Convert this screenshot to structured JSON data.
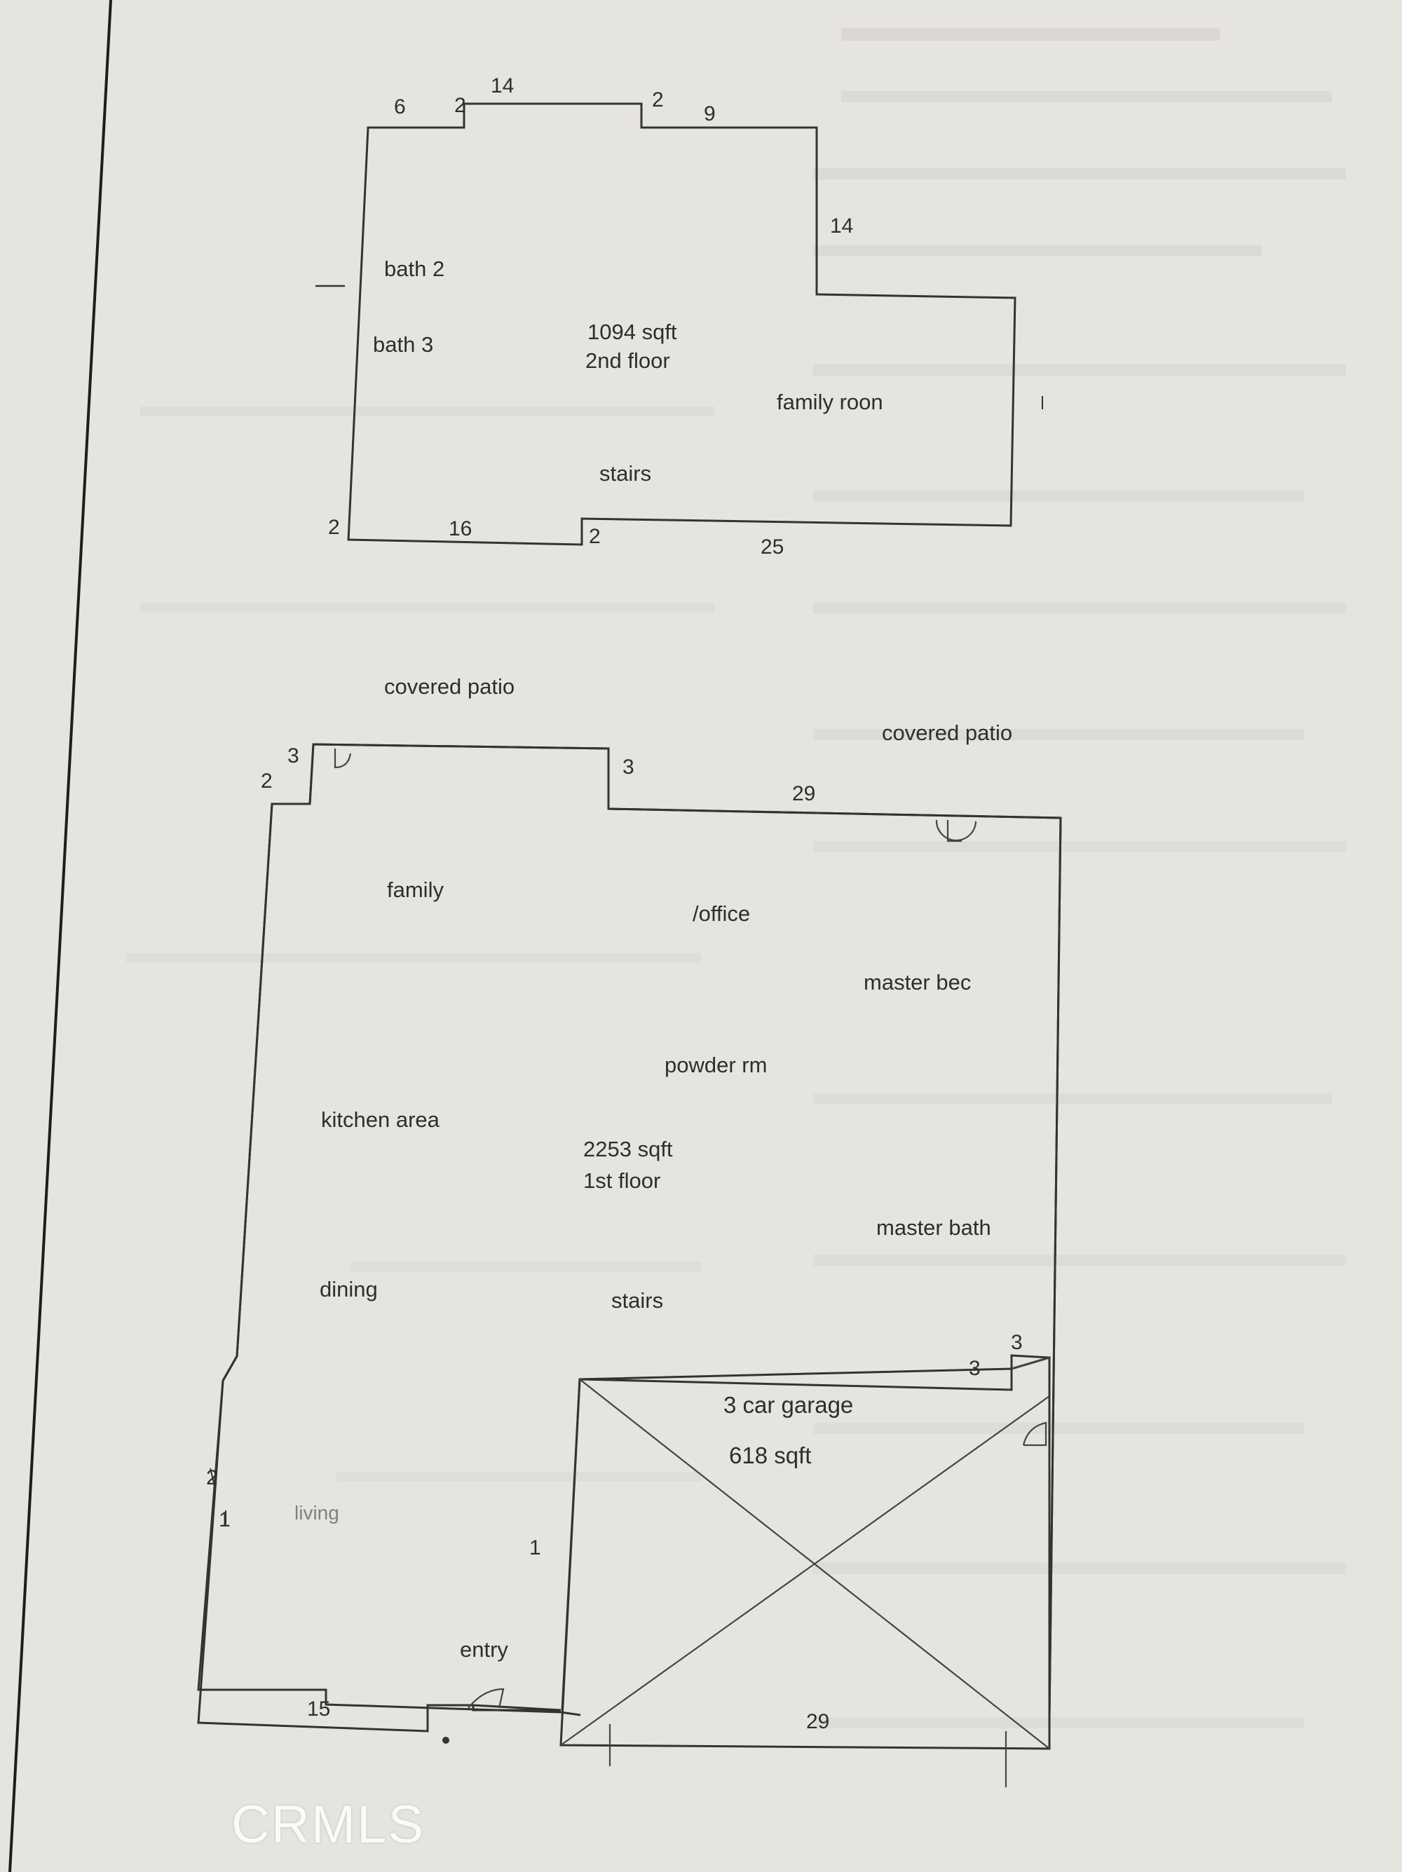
{
  "watermark": "CRMLS",
  "second_floor": {
    "area": "1094 sqft",
    "level": "2nd floor",
    "rooms": {
      "bath2": "bath 2",
      "bath3": "bath 3",
      "family_room": "family roon",
      "stairs": "stairs"
    },
    "dimensions": {
      "d6": "6",
      "d2a": "2",
      "d14a": "14",
      "d2b": "2",
      "d9": "9",
      "d14b": "14",
      "d2c": "2",
      "d16": "16",
      "d2d": "2",
      "d25": "25"
    }
  },
  "first_floor": {
    "area": "2253 sqft",
    "level": "1st floor",
    "covered_patio_left": "covered patio",
    "covered_patio_right": "covered patio",
    "rooms": {
      "family": "family",
      "den_office": "/office",
      "master_bed": "master bec",
      "powder": "powder rm",
      "kitchen": "kitchen area",
      "master_bath": "master bath",
      "dining": "dining",
      "stairs": "stairs",
      "living": "living",
      "entry": "entry"
    },
    "dimensions": {
      "d3a": "3",
      "d2a": "2",
      "d3b": "3",
      "d29a": "29",
      "d3c": "3",
      "d3d": "3",
      "d2b": "2",
      "d1a": "1",
      "d1b": "1",
      "d15": "15"
    }
  },
  "garage": {
    "label": "3 car garage",
    "area": "618 sqft",
    "width": "29"
  }
}
